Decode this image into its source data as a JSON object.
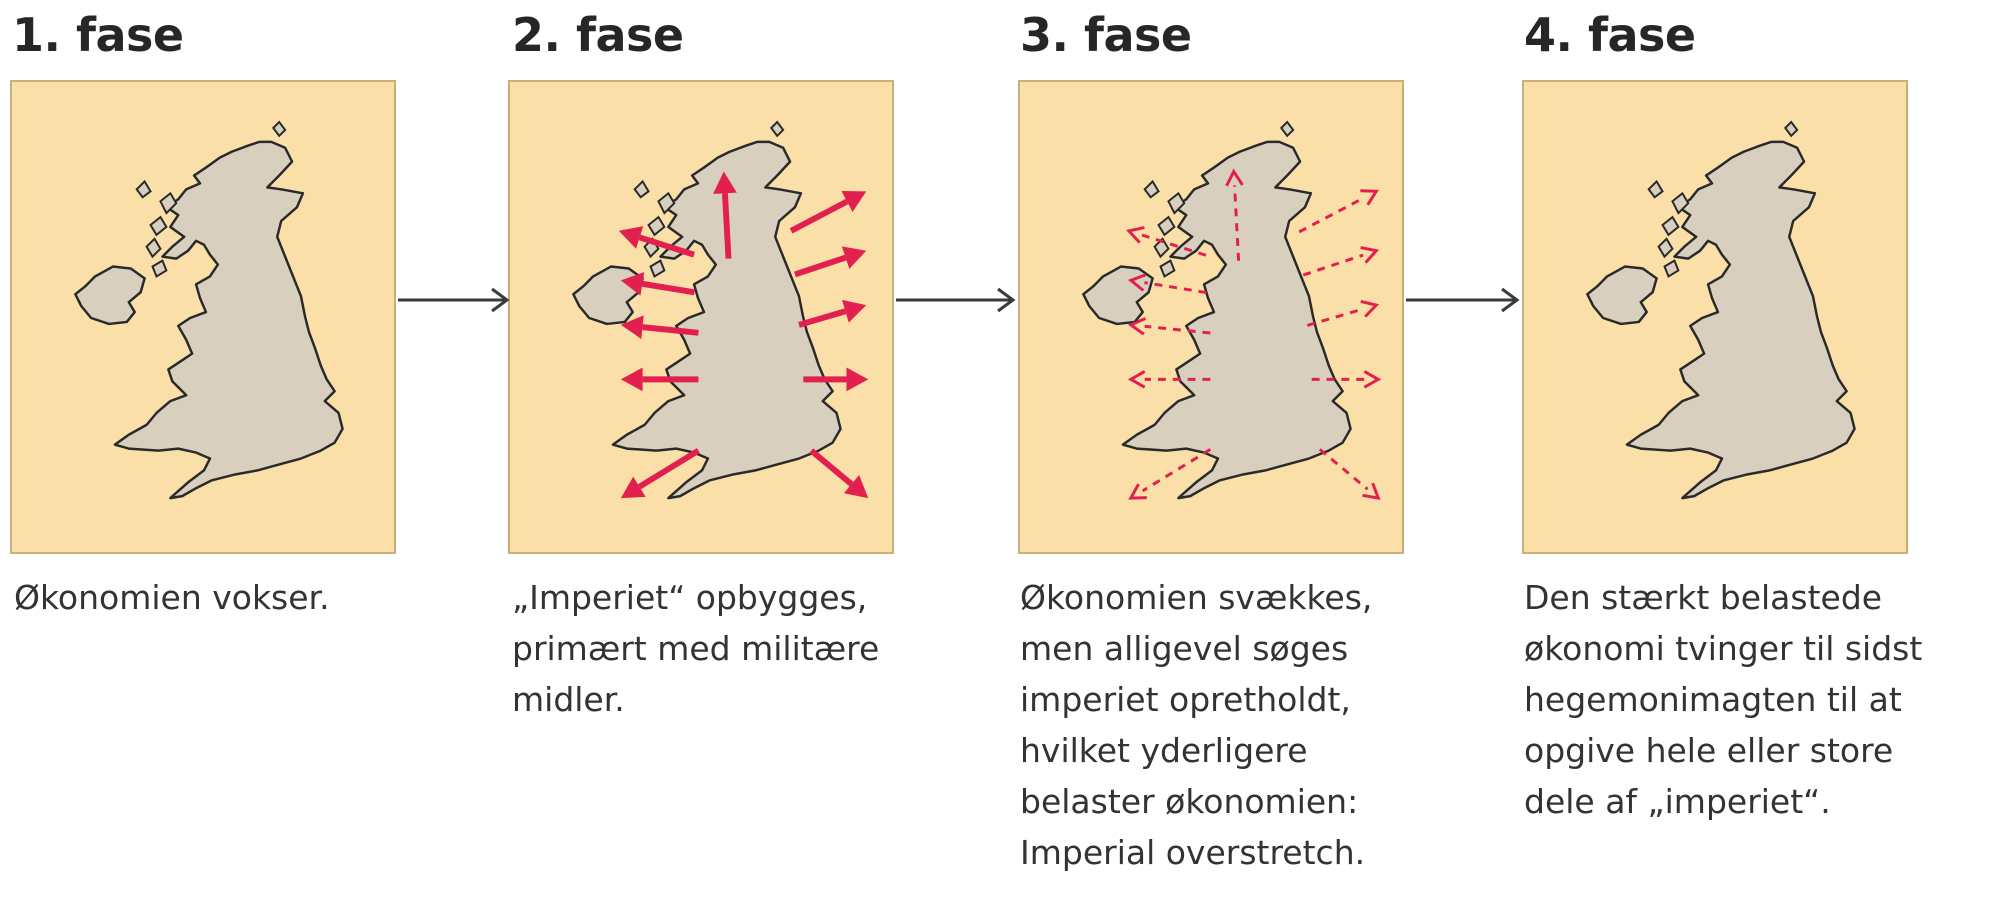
{
  "colors": {
    "panel": "#fbdfa8",
    "land": "#d8cfbf",
    "coast": "#2a2a2a",
    "expansion_arrow": "#e2204f",
    "flow_arrow": "#3a3a3a"
  },
  "phases": [
    {
      "title": "1. fase",
      "caption": "Økonomien vokser.",
      "arrows": "none"
    },
    {
      "title": "2. fase",
      "caption": "„Imperiet“ opbygges,\nprimært med militære\nmidler.",
      "arrows": "solid"
    },
    {
      "title": "3. fase",
      "caption": "Økonomien svækkes,\nmen alligevel søges\nimperiet opretholdt,\nhvilket yderligere\nbelaster økonomien:\nImperial overstretch.",
      "arrows": "dashed"
    },
    {
      "title": "4. fase",
      "caption": "Den stærkt belastede\nøkonomi tvinger til sidst\nhegemonimagten til at\nopgive hele eller store\ndele af „imperiet“.",
      "arrows": "none"
    }
  ]
}
